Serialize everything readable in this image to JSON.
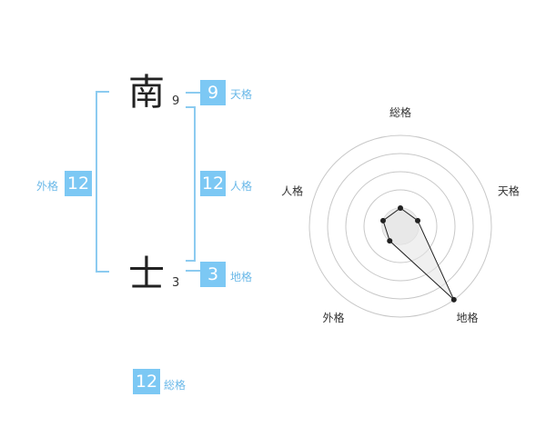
{
  "name": {
    "chars": [
      {
        "char": "南",
        "strokes": "9"
      },
      {
        "char": "士",
        "strokes": "3"
      }
    ]
  },
  "fortune": {
    "tenkaku": {
      "value": "9",
      "label": "天格"
    },
    "jinkaku": {
      "value": "12",
      "label": "人格"
    },
    "chikaku": {
      "value": "3",
      "label": "地格"
    },
    "gaikaku": {
      "value": "12",
      "label": "外格"
    },
    "soukaku": {
      "value": "12",
      "label": "総格"
    }
  },
  "colors": {
    "accent": "#7cc8f4",
    "bracket": "#8ccbf0"
  },
  "chart_data": {
    "type": "radar",
    "axes": [
      "総格",
      "天格",
      "地格",
      "外格",
      "人格"
    ],
    "values": [
      1,
      1,
      5,
      1,
      1
    ],
    "scale_max": 5,
    "rings": 5
  }
}
